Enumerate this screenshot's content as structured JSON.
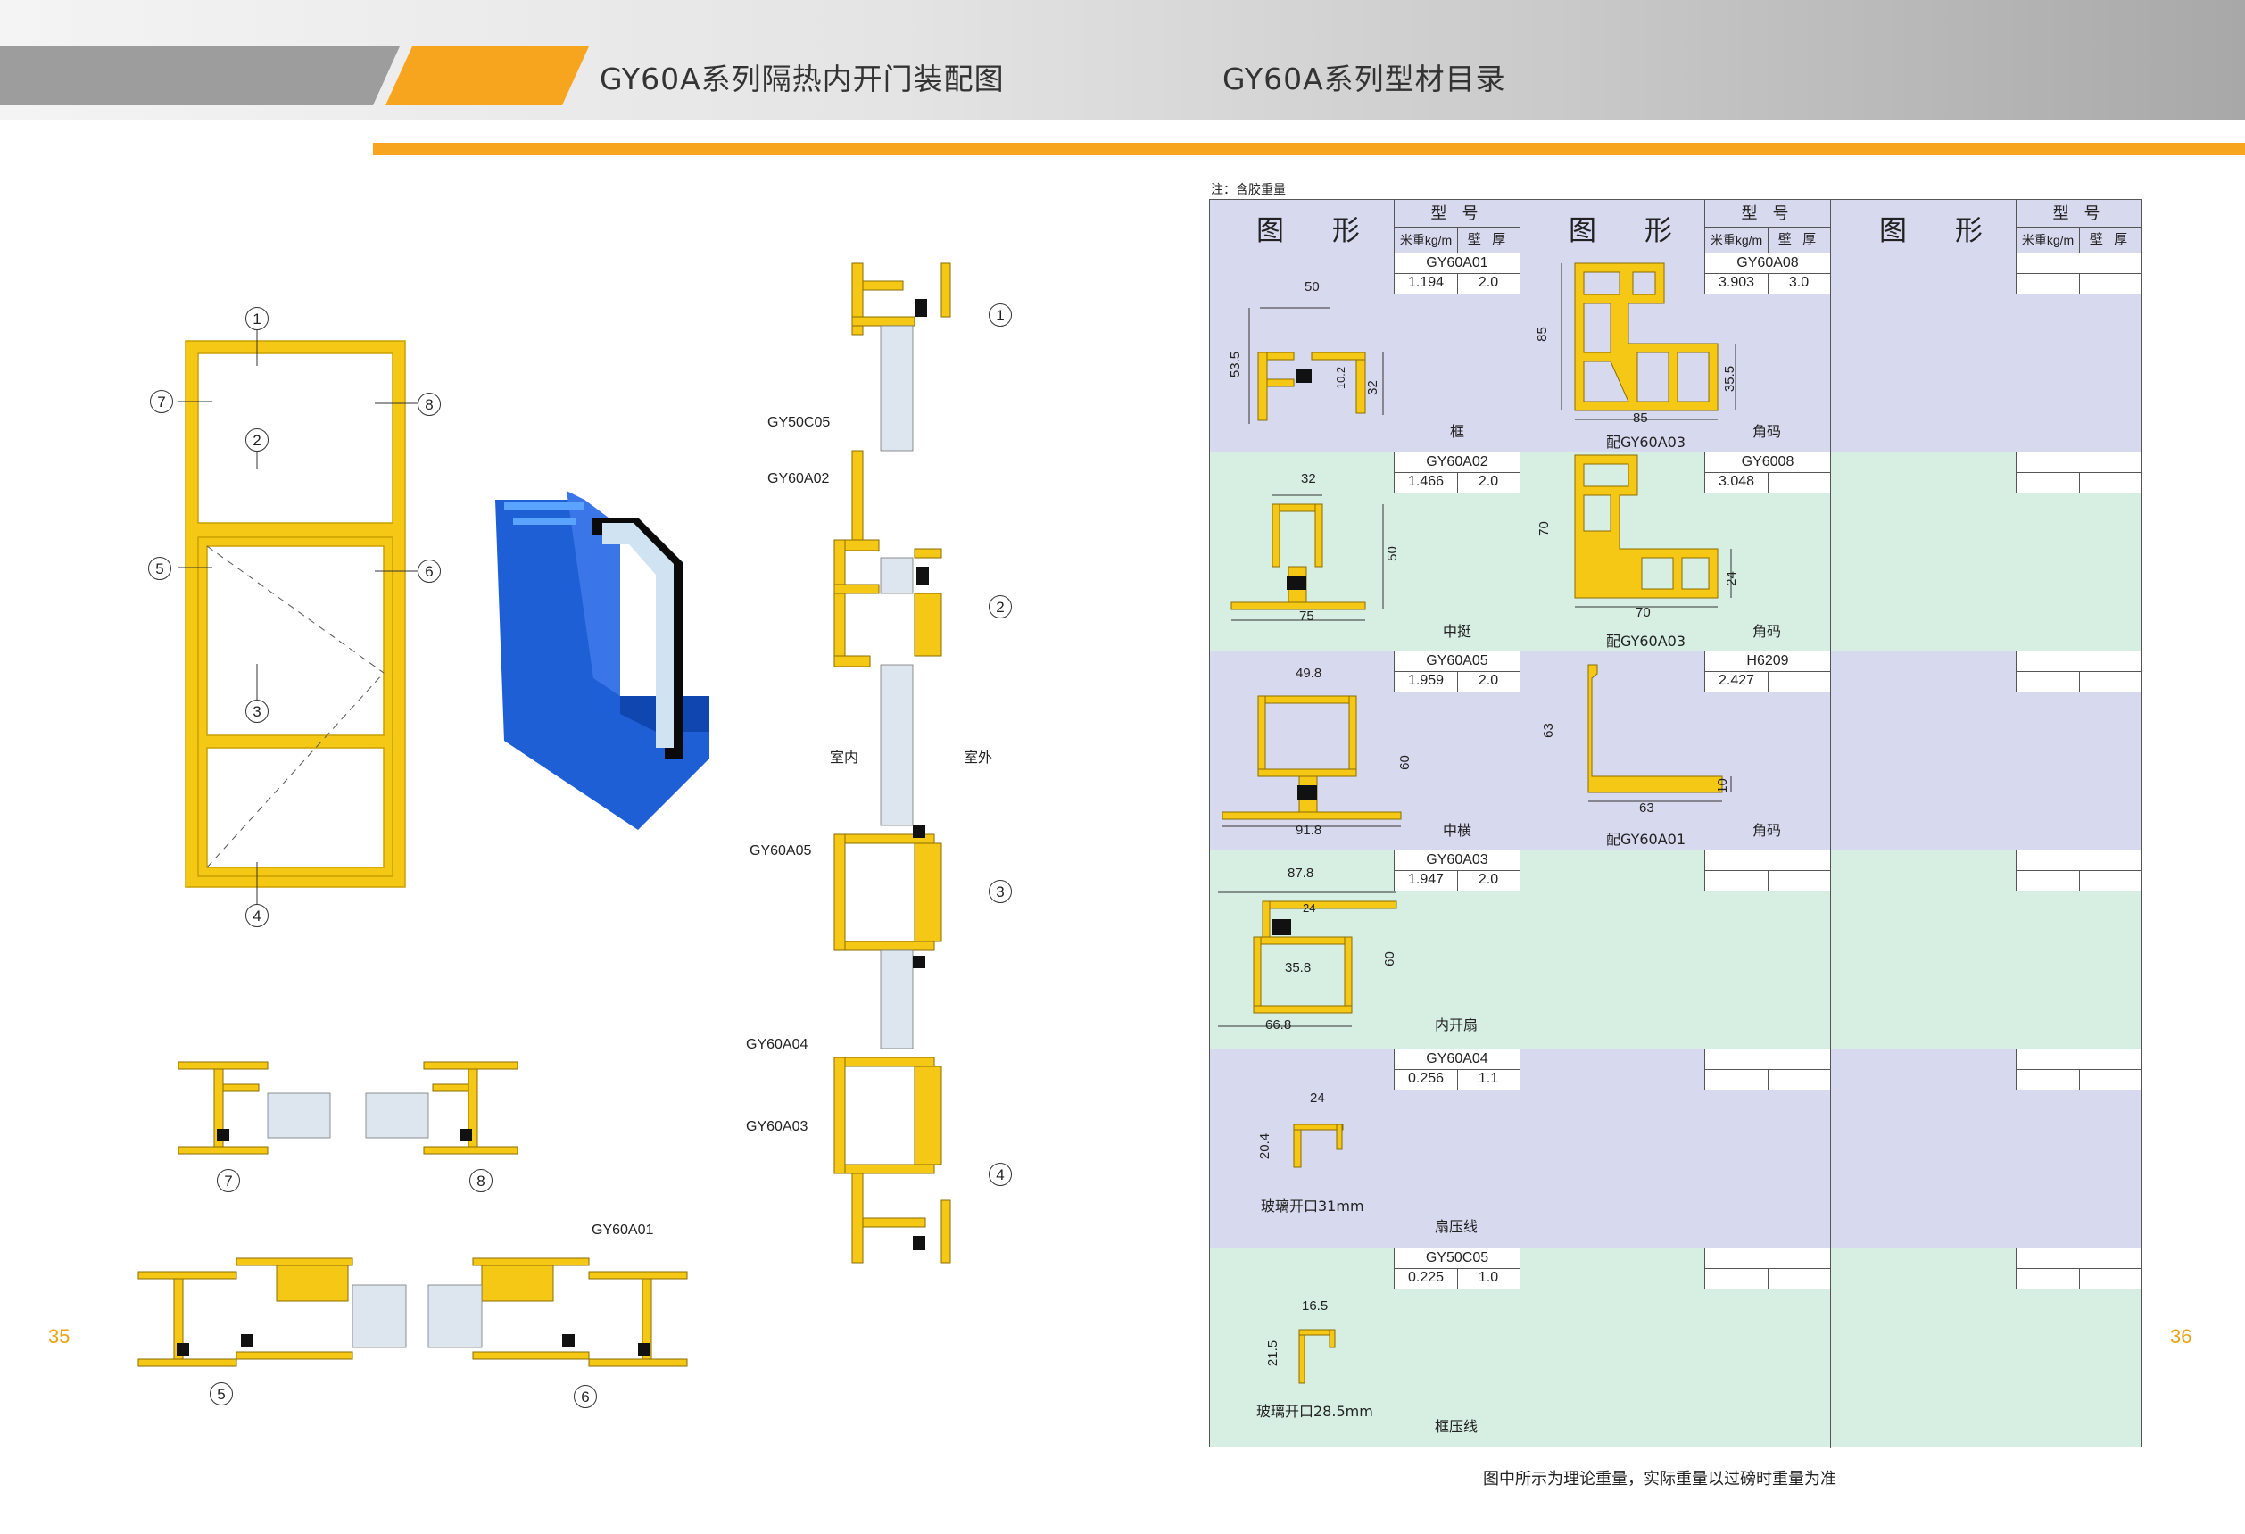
{
  "header": {
    "left_title": "GY60A系列隔热内开门装配图",
    "right_title": "GY60A系列型材目录"
  },
  "page_numbers": {
    "left": "35",
    "right": "36"
  },
  "colors": {
    "accent_orange": "#f7a51e",
    "profile_yellow": "#f6c816",
    "header_gray": "#b9b9b9",
    "row_blue": "#d7d9ee",
    "row_green": "#d7efe3",
    "door_blue": "#1f5fd6"
  },
  "assembly": {
    "elevation_markers": [
      "1",
      "2",
      "3",
      "4",
      "5",
      "6",
      "7",
      "8"
    ],
    "section_callouts": [
      "GY50C05",
      "GY60A02",
      "GY60A05",
      "GY60A04",
      "GY60A03"
    ],
    "section_markers": [
      "1",
      "2",
      "3",
      "4"
    ],
    "indoor": "室内",
    "outdoor": "室外",
    "detail_markers": [
      "7",
      "8",
      "5",
      "6"
    ],
    "detail_callout": "GY60A01"
  },
  "catalog": {
    "note": "注：含胶重量",
    "header": {
      "shape": "图  形",
      "model": "型  号",
      "weight": "米重kg/m",
      "thickness": "壁  厚"
    },
    "col1": [
      {
        "model": "GY60A01",
        "weight": "1.194",
        "thickness": "2.0",
        "name": "框",
        "dims": [
          "50",
          "53.5",
          "10.2",
          "32"
        ],
        "note": ""
      },
      {
        "model": "GY60A02",
        "weight": "1.466",
        "thickness": "2.0",
        "name": "中挺",
        "dims": [
          "32",
          "50",
          "75"
        ],
        "note": ""
      },
      {
        "model": "GY60A05",
        "weight": "1.959",
        "thickness": "2.0",
        "name": "中横",
        "dims": [
          "49.8",
          "60",
          "91.8"
        ],
        "note": ""
      },
      {
        "model": "GY60A03",
        "weight": "1.947",
        "thickness": "2.0",
        "name": "内开扇",
        "dims": [
          "87.8",
          "24",
          "35.8",
          "60",
          "66.8"
        ],
        "note": ""
      },
      {
        "model": "GY60A04",
        "weight": "0.256",
        "thickness": "1.1",
        "name": "扇压线",
        "dims": [
          "24",
          "20.4"
        ],
        "note": "玻璃开口31mm"
      },
      {
        "model": "GY50C05",
        "weight": "0.225",
        "thickness": "1.0",
        "name": "框压线",
        "dims": [
          "16.5",
          "21.5"
        ],
        "note": "玻璃开口28.5mm"
      }
    ],
    "col2": [
      {
        "model": "GY60A08",
        "weight": "3.903",
        "thickness": "3.0",
        "name": "角码",
        "dims": [
          "85",
          "85",
          "35.5"
        ],
        "note": "配GY60A03"
      },
      {
        "model": "GY6008",
        "weight": "3.048",
        "thickness": "",
        "name": "角码",
        "dims": [
          "70",
          "70",
          "24"
        ],
        "note": "配GY60A03"
      },
      {
        "model": "H6209",
        "weight": "2.427",
        "thickness": "",
        "name": "角码",
        "dims": [
          "63",
          "63",
          "10"
        ],
        "note": "配GY60A01"
      }
    ],
    "footer": "图中所示为理论重量，实际重量以过磅时重量为准"
  }
}
